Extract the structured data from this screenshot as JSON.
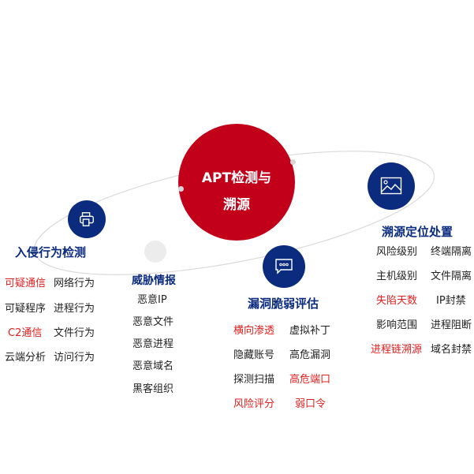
{
  "core": {
    "line1": "APT检测与",
    "line2": "溯源",
    "color": "#c20019"
  },
  "accent_colors": {
    "navy": "#0b2b7e",
    "red": "#e02020",
    "orbit": "#d9d9d9"
  },
  "intrusion": {
    "title": "入侵行为检测",
    "icon": "printer-icon",
    "items": [
      {
        "label": "可疑通信",
        "highlight": true
      },
      {
        "label": "网络行为",
        "highlight": false
      },
      {
        "label": "可疑程序",
        "highlight": false
      },
      {
        "label": "进程行为",
        "highlight": false
      },
      {
        "label": "C2通信",
        "highlight": true
      },
      {
        "label": "文件行为",
        "highlight": false
      },
      {
        "label": "云端分析",
        "highlight": false
      },
      {
        "label": "访问行为",
        "highlight": false
      }
    ]
  },
  "threat_intel": {
    "title": "威胁情报",
    "items": [
      "恶意IP",
      "恶意文件",
      "恶意进程",
      "恶意域名",
      "黑客组织"
    ]
  },
  "vuln": {
    "title": "漏洞脆弱评估",
    "icon": "chat-bubble-icon",
    "items": [
      {
        "label": "横向渗透",
        "highlight": true
      },
      {
        "label": "虚拟补丁",
        "highlight": false
      },
      {
        "label": "隐藏账号",
        "highlight": false
      },
      {
        "label": "高危漏洞",
        "highlight": false
      },
      {
        "label": "探测扫描",
        "highlight": false
      },
      {
        "label": "高危端口",
        "highlight": true
      },
      {
        "label": "风险评分",
        "highlight": true
      },
      {
        "label": "弱口令",
        "highlight": true
      }
    ]
  },
  "trace": {
    "title": "溯源定位处置",
    "icon": "image-icon",
    "items": [
      {
        "label": "风险级别",
        "highlight": false
      },
      {
        "label": "终端隔离",
        "highlight": false
      },
      {
        "label": "主机级别",
        "highlight": false
      },
      {
        "label": "文件隔离",
        "highlight": false
      },
      {
        "label": "失陷天数",
        "highlight": true
      },
      {
        "label": "IP封禁",
        "highlight": false
      },
      {
        "label": "影响范围",
        "highlight": false
      },
      {
        "label": "进程阻断",
        "highlight": false
      },
      {
        "label": "进程链溯源",
        "highlight": true
      },
      {
        "label": "域名封禁",
        "highlight": false
      }
    ]
  }
}
